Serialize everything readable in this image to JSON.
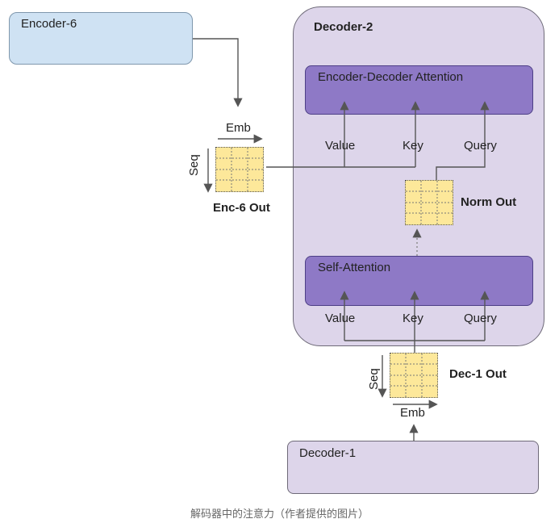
{
  "blocks": {
    "encoder6": "Encoder-6",
    "decoder2": "Decoder-2",
    "decoder1": "Decoder-1",
    "enc_dec_attention": "Encoder-Decoder Attention",
    "self_attention": "Self-Attention"
  },
  "inputs_top": {
    "value": "Value",
    "key": "Key",
    "query": "Query"
  },
  "inputs_bottom": {
    "value": "Value",
    "key": "Key",
    "query": "Query"
  },
  "tensors": {
    "enc6_out": "Enc-6 Out",
    "norm_out": "Norm Out",
    "dec1_out": "Dec-1 Out"
  },
  "axes": {
    "emb_top": "Emb",
    "seq_top": "Seq",
    "emb_bottom": "Emb",
    "seq_bottom": "Seq"
  },
  "caption": "解码器中的注意力（作者提供的图片）",
  "colors": {
    "encoder_fill": "#cfe2f3",
    "decoder_fill": "#ddd5ea",
    "attention_fill": "#8e79c6",
    "tensor_fill": "#fde89a"
  }
}
